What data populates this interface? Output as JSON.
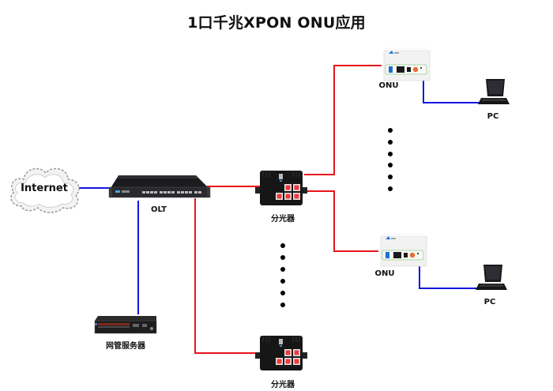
{
  "title": "1口千兆XPON ONU应用",
  "colors": {
    "fiber_line": "#e8141c",
    "ethernet_line": "#1414e6",
    "background": "#ffffff"
  },
  "nodes": {
    "internet": {
      "label": "Internet",
      "icon": "cloud-icon"
    },
    "olt": {
      "label": "OLT",
      "icon": "olt-rack-icon"
    },
    "nms_server": {
      "label": "网管服务器",
      "icon": "server-icon"
    },
    "splitter_top": {
      "label": "分光器",
      "icon": "splitter-icon"
    },
    "splitter_bottom": {
      "label": "分光器",
      "icon": "splitter-icon"
    },
    "onu_top": {
      "label": "ONU",
      "icon": "onu-icon"
    },
    "onu_bottom": {
      "label": "ONU",
      "icon": "onu-icon"
    },
    "pc_top": {
      "label": "PC",
      "icon": "laptop-icon"
    },
    "pc_bottom": {
      "label": "PC",
      "icon": "laptop-icon"
    }
  },
  "links": [
    {
      "from": "internet",
      "to": "olt",
      "type": "ethernet"
    },
    {
      "from": "olt",
      "to": "nms_server",
      "type": "ethernet"
    },
    {
      "from": "olt",
      "to": "splitter_top",
      "type": "fiber"
    },
    {
      "from": "olt",
      "to": "splitter_bottom",
      "type": "fiber"
    },
    {
      "from": "splitter_top",
      "to": "onu_top",
      "type": "fiber"
    },
    {
      "from": "splitter_top",
      "to": "onu_bottom",
      "type": "fiber"
    },
    {
      "from": "onu_top",
      "to": "pc_top",
      "type": "ethernet"
    },
    {
      "from": "onu_bottom",
      "to": "pc_bottom",
      "type": "ethernet"
    }
  ],
  "ellipsis": {
    "onu_column_dots": 6,
    "splitter_column_dots": 6
  }
}
